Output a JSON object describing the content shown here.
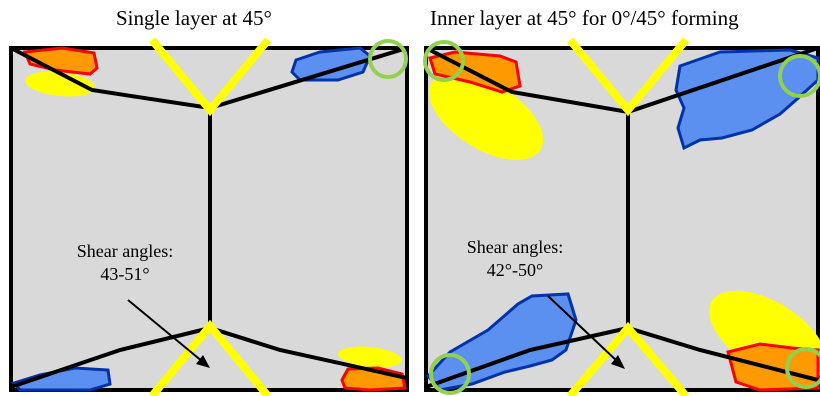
{
  "panels": [
    {
      "title": "Single layer at 45°",
      "shear_label_line1": "Shear angles:",
      "shear_label_line2": "43-51°"
    },
    {
      "title": "Inner layer at 45° for 0°/45° forming",
      "shear_label_line1": "Shear angles:",
      "shear_label_line2": "42°-50°"
    }
  ],
  "colors": {
    "panel_fill": "#d9d9d9",
    "outline": "#000000",
    "yellow_zone": "#ffff00",
    "orange_zone": "#ff9900",
    "red_outline": "#ff0000",
    "blue_zone": "#5b8ff0",
    "blue_outline": "#0033aa",
    "green_circle": "#92d050"
  }
}
